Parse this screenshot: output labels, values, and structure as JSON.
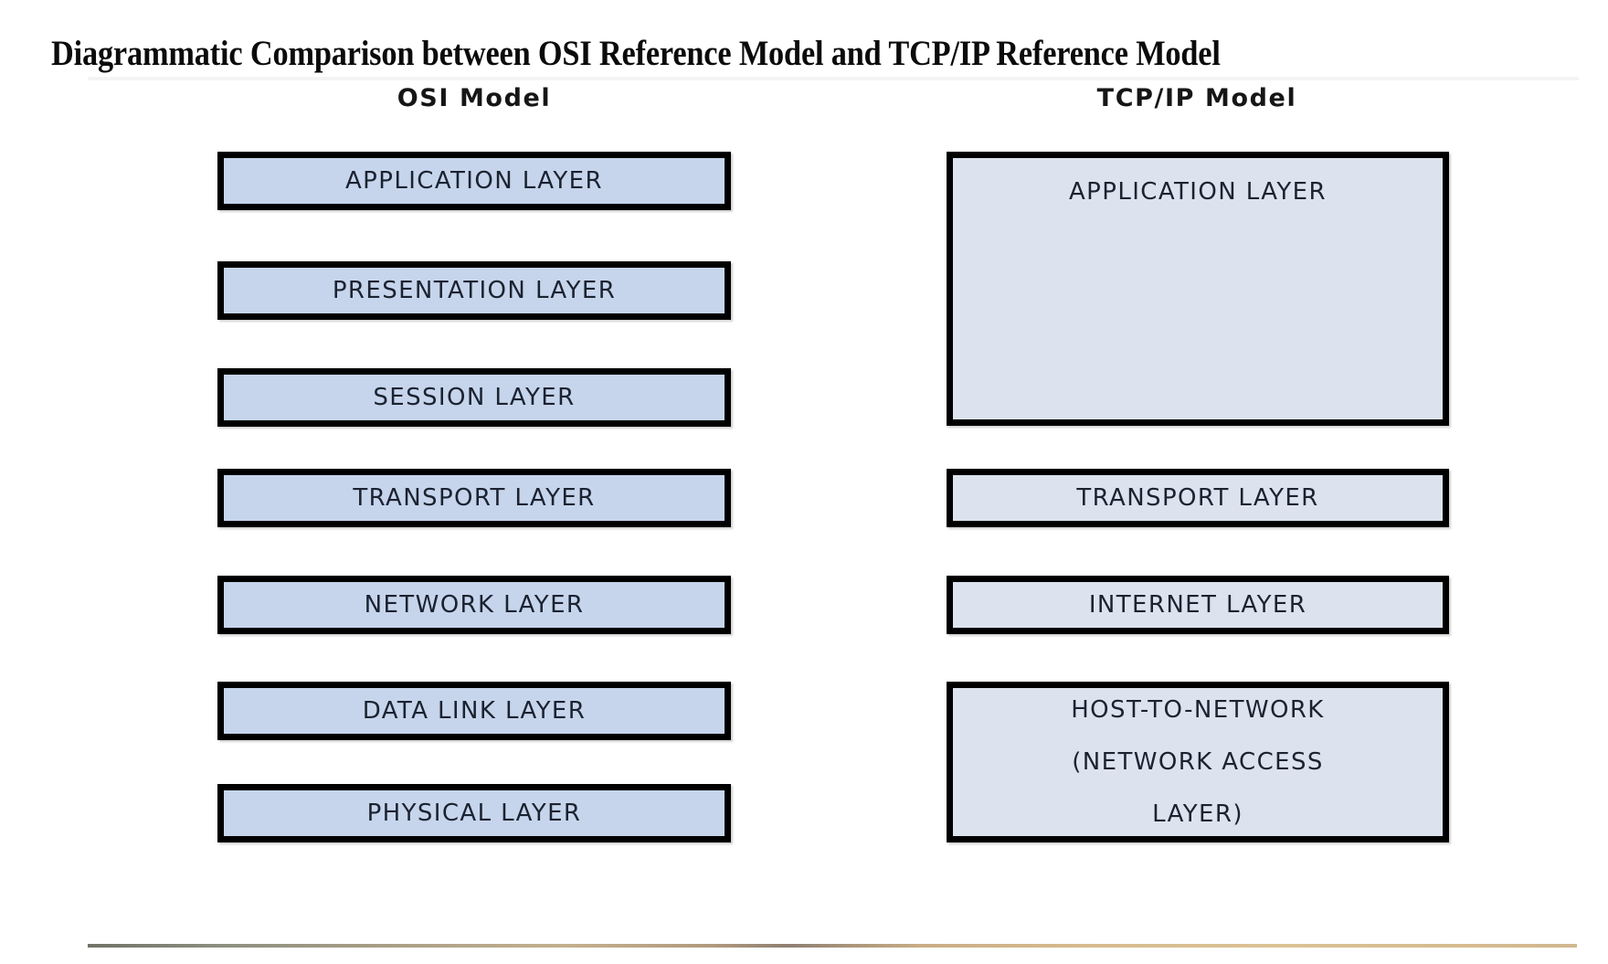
{
  "title": "Diagrammatic Comparison between OSI Reference Model and TCP/IP Reference Model",
  "columns": {
    "osi": {
      "heading": "OSI Model",
      "layers": [
        {
          "label": "APPLICATION LAYER"
        },
        {
          "label": "PRESENTATION LAYER"
        },
        {
          "label": "SESSION LAYER"
        },
        {
          "label": "TRANSPORT LAYER"
        },
        {
          "label": "NETWORK LAYER"
        },
        {
          "label": "DATA LINK LAYER"
        },
        {
          "label": "PHYSICAL LAYER"
        }
      ]
    },
    "tcp": {
      "heading": "TCP/IP Model",
      "layers": [
        {
          "label": "APPLICATION LAYER"
        },
        {
          "label": "TRANSPORT LAYER"
        },
        {
          "label": "INTERNET LAYER"
        },
        {
          "label": "HOST-TO-NETWORK"
        },
        {
          "label": "(NETWORK ACCESS"
        },
        {
          "label": "LAYER)"
        }
      ]
    }
  },
  "colors": {
    "osi_box_fill": "#c6d5ec",
    "tcp_box_fill": "#dce3ef",
    "box_border": "#000000",
    "label_text": "#1b2230",
    "title_text": "#0b0b0b",
    "page_background": "#ffffff"
  },
  "chart_data": {
    "type": "table",
    "title": "Diagrammatic Comparison between OSI Reference Model and TCP/IP Reference Model",
    "categories": [
      "OSI Model",
      "TCP/IP Model"
    ],
    "series": [
      {
        "name": "OSI Model",
        "values": [
          "APPLICATION LAYER",
          "PRESENTATION LAYER",
          "SESSION LAYER",
          "TRANSPORT LAYER",
          "NETWORK LAYER",
          "DATA LINK LAYER",
          "PHYSICAL LAYER"
        ]
      },
      {
        "name": "TCP/IP Model",
        "values": [
          "APPLICATION LAYER",
          "TRANSPORT LAYER",
          "INTERNET LAYER",
          "HOST-TO-NETWORK (NETWORK ACCESS LAYER)"
        ]
      }
    ]
  }
}
